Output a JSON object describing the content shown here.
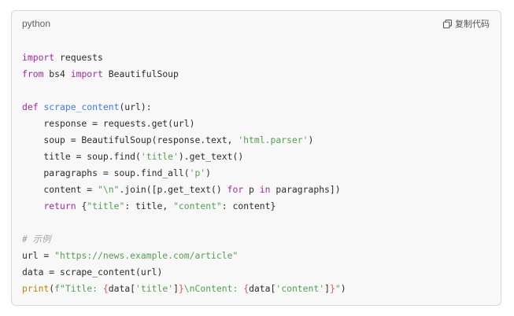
{
  "code_block": {
    "language": "python",
    "copy_label": "复制代码",
    "lines": [
      [
        {
          "text": "import",
          "cls": "kw"
        },
        {
          "text": " requests",
          "cls": ""
        }
      ],
      [
        {
          "text": "from",
          "cls": "kw"
        },
        {
          "text": " bs4 ",
          "cls": ""
        },
        {
          "text": "import",
          "cls": "kw"
        },
        {
          "text": " BeautifulSoup",
          "cls": ""
        }
      ],
      [],
      [
        {
          "text": "def",
          "cls": "kw"
        },
        {
          "text": " ",
          "cls": ""
        },
        {
          "text": "scrape_content",
          "cls": "fn"
        },
        {
          "text": "(url):",
          "cls": ""
        }
      ],
      [
        {
          "text": "    response = requests.get(url)",
          "cls": ""
        }
      ],
      [
        {
          "text": "    soup = BeautifulSoup(response.text, ",
          "cls": ""
        },
        {
          "text": "'html.parser'",
          "cls": "str"
        },
        {
          "text": ")",
          "cls": ""
        }
      ],
      [
        {
          "text": "    title = soup.find(",
          "cls": ""
        },
        {
          "text": "'title'",
          "cls": "str"
        },
        {
          "text": ").get_text()",
          "cls": ""
        }
      ],
      [
        {
          "text": "    paragraphs = soup.find_all(",
          "cls": ""
        },
        {
          "text": "'p'",
          "cls": "str"
        },
        {
          "text": ")",
          "cls": ""
        }
      ],
      [
        {
          "text": "    content = ",
          "cls": ""
        },
        {
          "text": "\"\\n\"",
          "cls": "str"
        },
        {
          "text": ".join([p.get_text() ",
          "cls": ""
        },
        {
          "text": "for",
          "cls": "kw"
        },
        {
          "text": " p ",
          "cls": ""
        },
        {
          "text": "in",
          "cls": "kw"
        },
        {
          "text": " paragraphs])",
          "cls": ""
        }
      ],
      [
        {
          "text": "    ",
          "cls": ""
        },
        {
          "text": "return",
          "cls": "kw"
        },
        {
          "text": " {",
          "cls": ""
        },
        {
          "text": "\"title\"",
          "cls": "str"
        },
        {
          "text": ": title, ",
          "cls": ""
        },
        {
          "text": "\"content\"",
          "cls": "str"
        },
        {
          "text": ": content}",
          "cls": ""
        }
      ],
      [],
      [
        {
          "text": "# 示例",
          "cls": "com"
        }
      ],
      [
        {
          "text": "url = ",
          "cls": ""
        },
        {
          "text": "\"https://news.example.com/article\"",
          "cls": "str"
        }
      ],
      [
        {
          "text": "data = scrape_content(url)",
          "cls": ""
        }
      ],
      [
        {
          "text": "print",
          "cls": "bi"
        },
        {
          "text": "(",
          "cls": ""
        },
        {
          "text": "f\"Title: ",
          "cls": "str"
        },
        {
          "text": "{",
          "cls": "sub"
        },
        {
          "text": "data[",
          "cls": ""
        },
        {
          "text": "'title'",
          "cls": "str"
        },
        {
          "text": "]",
          "cls": ""
        },
        {
          "text": "}",
          "cls": "sub"
        },
        {
          "text": "\\nContent: ",
          "cls": "str"
        },
        {
          "text": "{",
          "cls": "sub"
        },
        {
          "text": "data[",
          "cls": ""
        },
        {
          "text": "'content'",
          "cls": "str"
        },
        {
          "text": "]",
          "cls": ""
        },
        {
          "text": "}",
          "cls": "sub"
        },
        {
          "text": "\"",
          "cls": "str"
        },
        {
          "text": ")",
          "cls": ""
        }
      ]
    ]
  }
}
